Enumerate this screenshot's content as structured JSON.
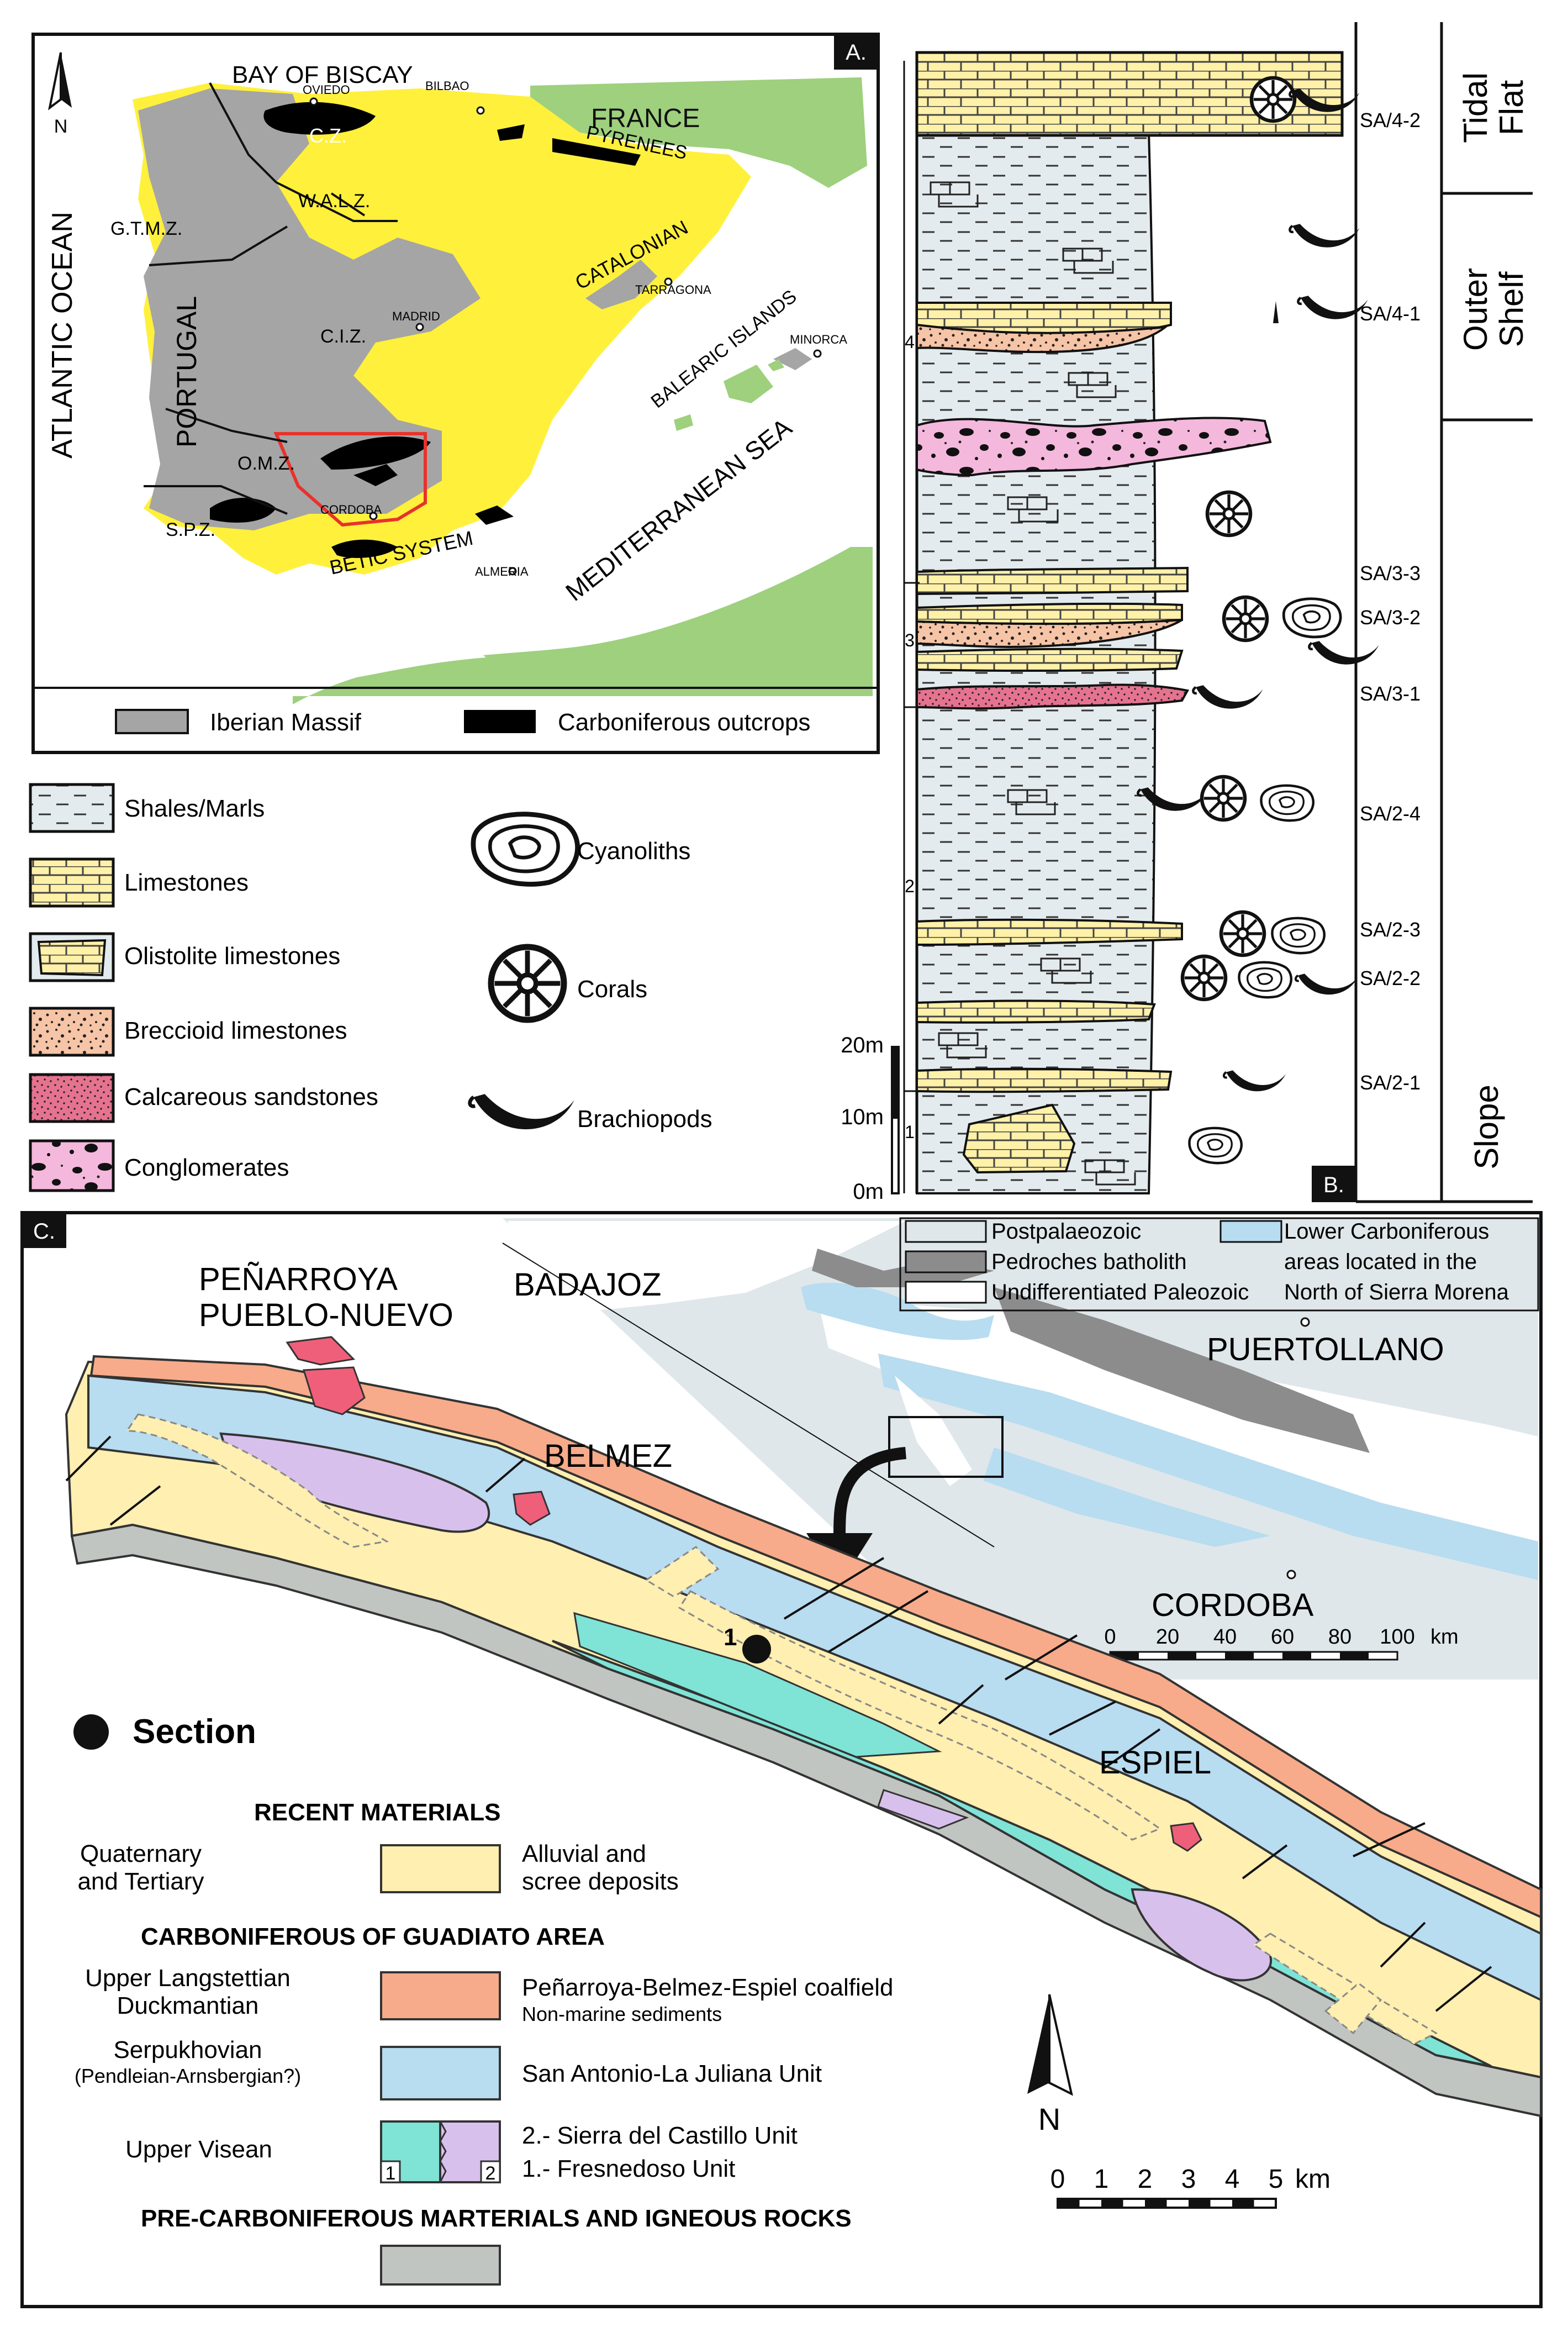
{
  "panelA": {
    "letter": "A.",
    "labels": {
      "bay": "BAY OF BISCAY",
      "north": "N",
      "atlantic": "ATLANTIC OCEAN",
      "france": "FRANCE",
      "pyrenees": "PYRENEES",
      "portugal": "PORTUGAL",
      "catalonian": "CATALONIAN",
      "balearic": "BALEARIC ISLANDS",
      "mediterranean": "MEDITERRANEAN SEA",
      "betic": "BETIC SYSTEM",
      "cz": "C.Z.",
      "walz": "W.A.L.Z.",
      "gtmz": "G.T.M.Z.",
      "ciz": "C.I.Z.",
      "omz": "O.M.Z.",
      "spz": "S.P.Z."
    },
    "cities": {
      "oviedo": "OVIEDO",
      "bilbao": "BILBAO",
      "madrid": "MADRID",
      "tarragona": "TARRAGONA",
      "minorca": "MINORCA",
      "cordoba": "CORDOBA",
      "almeria": "ALMERIA"
    },
    "legend": {
      "iberian": "Iberian Massif",
      "carboniferous": "Carboniferous outcrops"
    }
  },
  "lithLegend": {
    "items": [
      "Shales/Marls",
      "Limestones",
      "Olistolite limestones",
      "Breccioid limestones",
      "Calcareous sandstones",
      "Conglomerates"
    ],
    "fossils": [
      "Cyanoliths",
      "Corals",
      "Brachiopods"
    ]
  },
  "panelB": {
    "letter": "B.",
    "samples": [
      "SA/4-2",
      "SA/4-1",
      "SA/3-3",
      "SA/3-2",
      "SA/3-1",
      "SA/2-4",
      "SA/2-3",
      "SA/2-2",
      "SA/2-1"
    ],
    "units": [
      "4",
      "3",
      "2",
      "1"
    ],
    "env": {
      "tidal1": "Tidal",
      "tidal2": "Flat",
      "outer1": "Outer",
      "outer2": "Shelf",
      "slope": "Slope"
    },
    "scale": [
      "20m",
      "10m",
      "0m"
    ]
  },
  "panelC": {
    "letter": "C.",
    "places": {
      "penarroya1": "PEÑARROYA",
      "penarroya2": "PUEBLO-NUEVO",
      "belmez": "BELMEZ",
      "espiel": "ESPIEL",
      "badajoz": "BADAJOZ",
      "puertollano": "PUERTOLLANO",
      "cordoba": "CORDOBA"
    },
    "sectionMark": "1",
    "inset": {
      "legend": [
        "Postpalaeozoic",
        "Pedroches batholith",
        "Undifferentiated Paleozoic"
      ],
      "lowerCarb": [
        "Lower Carboniferous",
        "areas located in the",
        "North of Sierra Morena"
      ],
      "scaleTicks": [
        "0",
        "20",
        "40",
        "60",
        "80",
        "100"
      ],
      "scaleUnit": "km"
    },
    "legend": {
      "section": "Section",
      "recent": "RECENT MATERIALS",
      "quat1": "Quaternary",
      "quat2": "and Tertiary",
      "alluvial1": "Alluvial and",
      "alluvial2": "scree deposits",
      "carbGuadiato": "CARBONIFEROUS OF GUADIATO AREA",
      "upperLang1": "Upper Langstettian",
      "upperLang2": "Duckmantian",
      "coalfield": "Peñarroya-Belmez-Espiel coalfield",
      "nonMarine": "Non-marine sediments",
      "serpukhovian": "Serpukhovian",
      "pendleian": "(Pendleian-Arnsbergian?)",
      "sanAntonio": "San Antonio-La Juliana Unit",
      "upperVisean": "Upper Visean",
      "box1": "1",
      "box2": "2",
      "sierra": "2.- Sierra del Castillo Unit",
      "fresnedoso": "1.- Fresnedoso Unit",
      "preCarb": "PRE-CARBONIFEROUS MARTERIALS AND IGNEOUS ROCKS"
    },
    "north": "N",
    "scaleTicks": [
      "0",
      "1",
      "2",
      "3",
      "4",
      "5"
    ],
    "scaleUnit": "km"
  }
}
